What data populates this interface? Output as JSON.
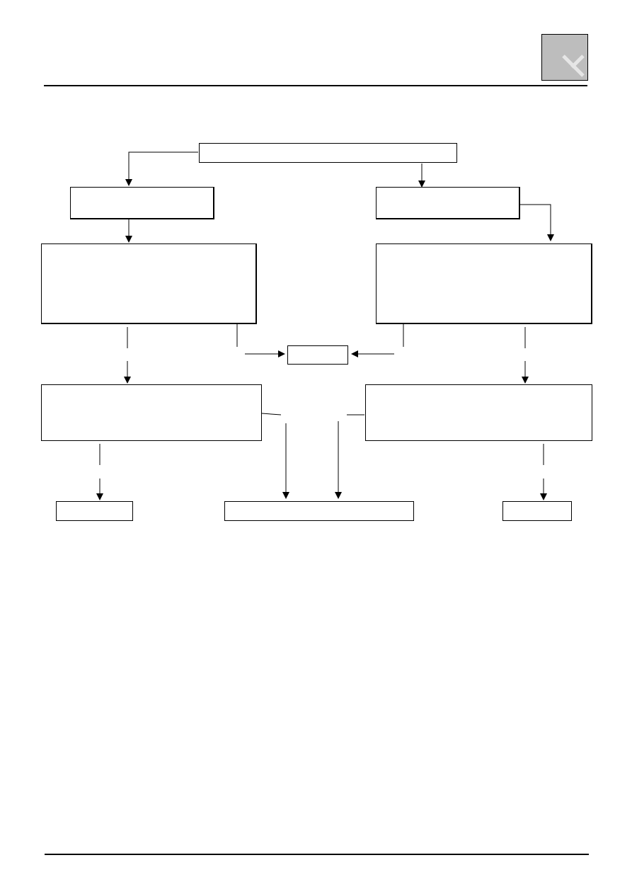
{
  "header": {
    "tab_color": "#bdbdbd",
    "tab_icon": "cross-mark-icon"
  },
  "flowchart": {
    "nodes": [
      {
        "id": "top",
        "label": ""
      },
      {
        "id": "left-branch",
        "label": ""
      },
      {
        "id": "right-branch",
        "label": ""
      },
      {
        "id": "left-detail",
        "label": ""
      },
      {
        "id": "right-detail",
        "label": ""
      },
      {
        "id": "center-junction",
        "label": ""
      },
      {
        "id": "left-lower",
        "label": ""
      },
      {
        "id": "right-lower",
        "label": ""
      },
      {
        "id": "bottom-left",
        "label": ""
      },
      {
        "id": "bottom-center",
        "label": ""
      },
      {
        "id": "bottom-right",
        "label": ""
      }
    ]
  }
}
